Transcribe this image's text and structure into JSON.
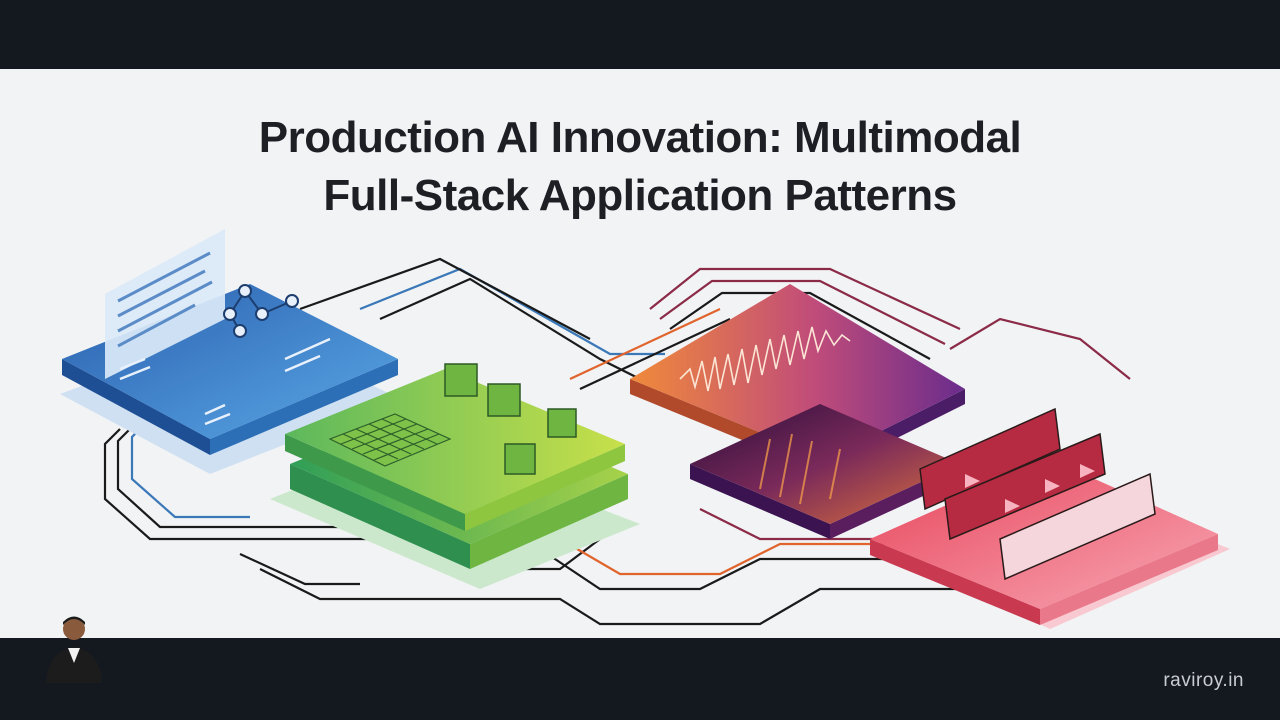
{
  "title": {
    "line1": "Production AI Innovation: Multimodal",
    "line2": "Full-Stack Application Patterns"
  },
  "footer": {
    "site": "raviroy.in"
  },
  "colors": {
    "text_tile": "#2f6fc1",
    "image_tile": "#6cc24a",
    "audio_tile": "#e8743b",
    "spectrogram_tile": "#6a2c8c",
    "video_tile": "#ef5a6b",
    "connector_dark": "#1a1a1a",
    "connector_blue": "#3a78b8",
    "connector_orange": "#e0642c",
    "connector_maroon": "#8b2b48"
  },
  "icons": [
    "document-icon",
    "graph-network-icon",
    "grid-icon",
    "cube-icon",
    "waveform-icon",
    "spectrogram-icon",
    "film-strip-icon",
    "play-icon",
    "avatar-photo"
  ]
}
